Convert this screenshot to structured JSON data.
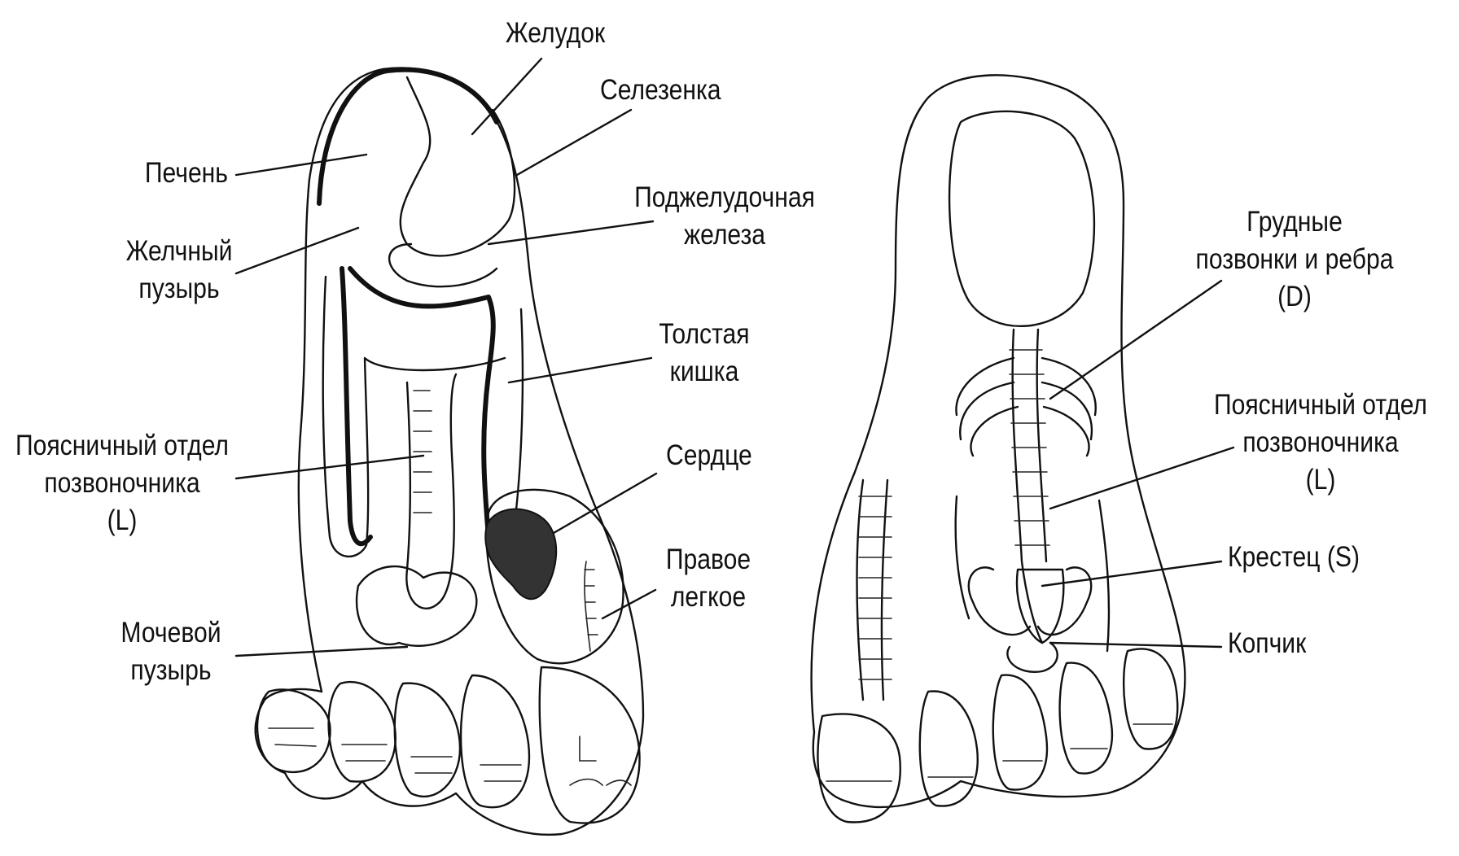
{
  "labels": {
    "stomach": "Желудок",
    "spleen": "Селезенка",
    "liver": "Печень",
    "pancreas": [
      "Поджелудочная",
      "железа"
    ],
    "gallbladder": [
      "Желчный",
      "пузырь"
    ],
    "colon": [
      "Толстая",
      "кишка"
    ],
    "lumbar_left": [
      "Поясничный отдел",
      "позвоночника",
      "(L)"
    ],
    "heart": "Сердце",
    "right_lung": [
      "Правое",
      "легкое"
    ],
    "bladder": [
      "Мочевой",
      "пузырь"
    ],
    "thoracic": [
      "Грудные",
      "позвонки и ребра",
      "(D)"
    ],
    "lumbar_right": [
      "Поясничный отдел",
      "позвоночника",
      "(L)"
    ],
    "sacrum": "Крестец (S)",
    "coccyx": "Копчик"
  },
  "colors": {
    "ink": "#111111",
    "background": "#ffffff"
  }
}
